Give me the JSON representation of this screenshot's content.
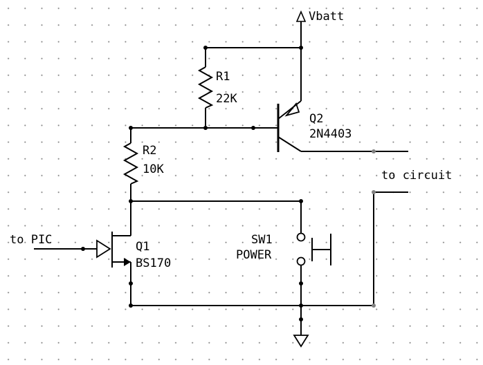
{
  "schematic": {
    "net_labels": {
      "vbatt": "Vbatt",
      "to_pic": "to PIC",
      "to_circuit": "to circuit"
    },
    "components": {
      "r1": {
        "ref": "R1",
        "value": "22K"
      },
      "r2": {
        "ref": "R2",
        "value": "10K"
      },
      "q1": {
        "ref": "Q1",
        "value": "BS170"
      },
      "q2": {
        "ref": "Q2",
        "value": "2N4403"
      },
      "sw1": {
        "ref": "SW1",
        "value": "POWER"
      }
    },
    "symbols": [
      "vbatt-supply-icon",
      "ground-icon",
      "resistor-icon",
      "pnp-transistor-icon",
      "nmos-transistor-icon",
      "pushbutton-switch-icon"
    ],
    "colors": {
      "ink": "#000000",
      "grid_dot": "#8a8a8a",
      "terminal_dot": "#808080",
      "background": "#ffffff"
    }
  }
}
